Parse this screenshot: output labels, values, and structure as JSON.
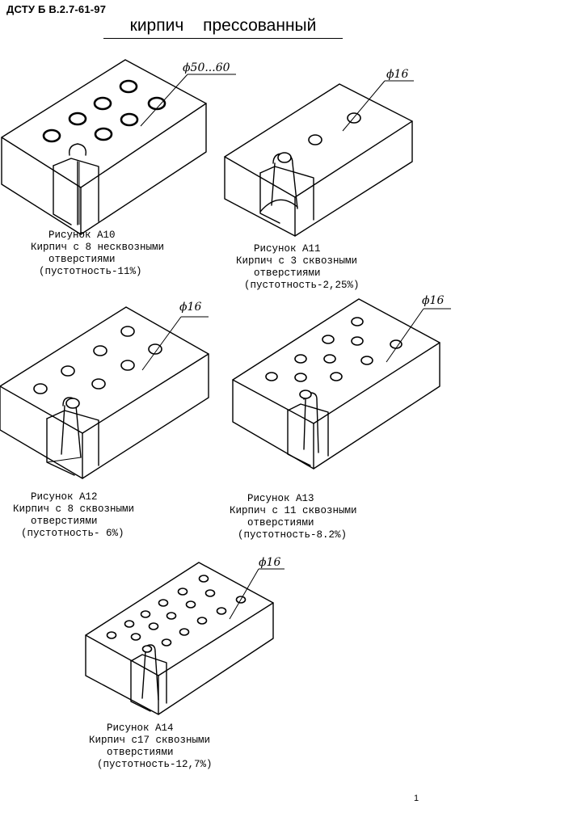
{
  "header": {
    "standard_code": "ДСТУ Б В.2.7-61-97",
    "title": "кирпич прессованный"
  },
  "figures": [
    {
      "id": "a10",
      "dimension_label": "ϕ50...60",
      "caption": [
        "Рисунок А10",
        "Кирпич с 8 несквозными",
        "отверстиями",
        "(пустотность-11%)"
      ]
    },
    {
      "id": "a11",
      "dimension_label": "ϕ16",
      "caption": [
        "Рисунок А11",
        "Кирпич с 3 сквозными",
        "отверстиями",
        "(пустотность-2,25%)"
      ]
    },
    {
      "id": "a12",
      "dimension_label": "ϕ16",
      "caption": [
        "Рисунок А12",
        "Кирпич с 8 сквозными",
        "отверстиями",
        "(пустотность- 6%)"
      ]
    },
    {
      "id": "a13",
      "dimension_label": "ϕ16",
      "caption": [
        "Рисунок А13",
        "Кирпич с 11 сквозными",
        "отверстиями",
        "(пустотность-8.2%)"
      ]
    },
    {
      "id": "a14",
      "dimension_label": "ϕ16",
      "caption": [
        "Рисунок А14",
        "Кирпич с17 сквозными",
        "отверстиями",
        "(пустотность-12,7%)"
      ]
    }
  ],
  "footer": {
    "page_number": "1"
  }
}
